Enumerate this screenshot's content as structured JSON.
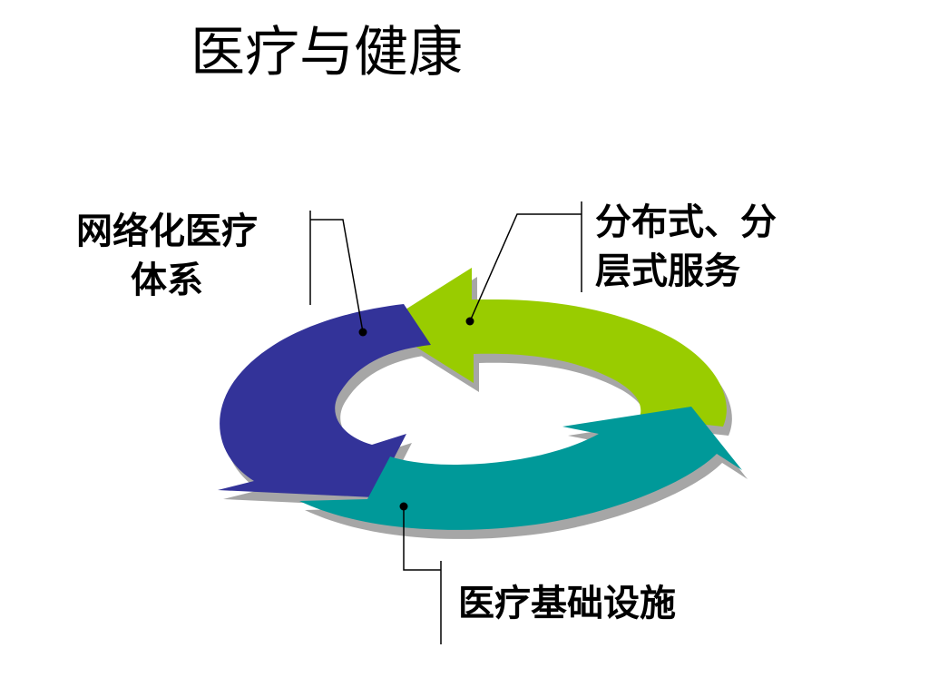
{
  "title": "医疗与健康",
  "cycle": {
    "items": [
      {
        "lines": [
          "网络化医疗",
          "体系"
        ],
        "color": "#333399"
      },
      {
        "lines": [
          "分布式、分",
          "层式服务"
        ],
        "color": "#99cc00"
      },
      {
        "lines": [
          "医疗基础设施"
        ],
        "color": "#009999"
      }
    ],
    "shadow_color": "#a6a6a6",
    "leader_color": "#000000"
  }
}
